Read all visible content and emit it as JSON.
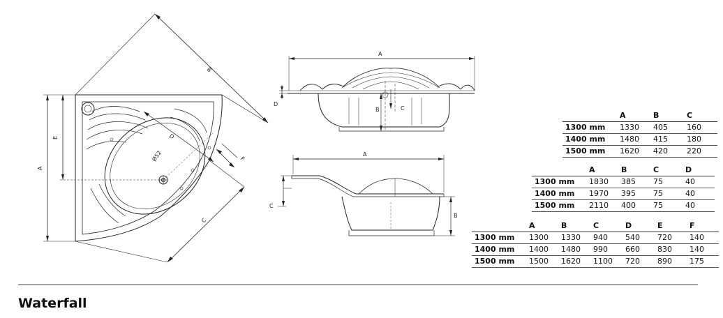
{
  "product_name": "Waterfall",
  "labels": {
    "a": "A",
    "b": "B",
    "c": "C",
    "d": "D",
    "e": "E",
    "f": "F",
    "drain": "Ø52"
  },
  "tables": [
    {
      "headers": [
        "",
        "A",
        "B",
        "C"
      ],
      "rows": [
        [
          "1300 mm",
          "1330",
          "405",
          "160"
        ],
        [
          "1400 mm",
          "1480",
          "415",
          "180"
        ],
        [
          "1500 mm",
          "1620",
          "420",
          "220"
        ]
      ]
    },
    {
      "headers": [
        "",
        "A",
        "B",
        "C",
        "D"
      ],
      "rows": [
        [
          "1300 mm",
          "1830",
          "385",
          "75",
          "40"
        ],
        [
          "1400 mm",
          "1970",
          "395",
          "75",
          "40"
        ],
        [
          "1500 mm",
          "2110",
          "400",
          "75",
          "40"
        ]
      ]
    },
    {
      "headers": [
        "",
        "A",
        "B",
        "C",
        "D",
        "E",
        "F"
      ],
      "rows": [
        [
          "1300 mm",
          "1300",
          "1330",
          "940",
          "540",
          "720",
          "140"
        ],
        [
          "1400 mm",
          "1400",
          "1480",
          "990",
          "660",
          "830",
          "140"
        ],
        [
          "1500 mm",
          "1500",
          "1620",
          "1100",
          "720",
          "890",
          "175"
        ]
      ]
    }
  ]
}
